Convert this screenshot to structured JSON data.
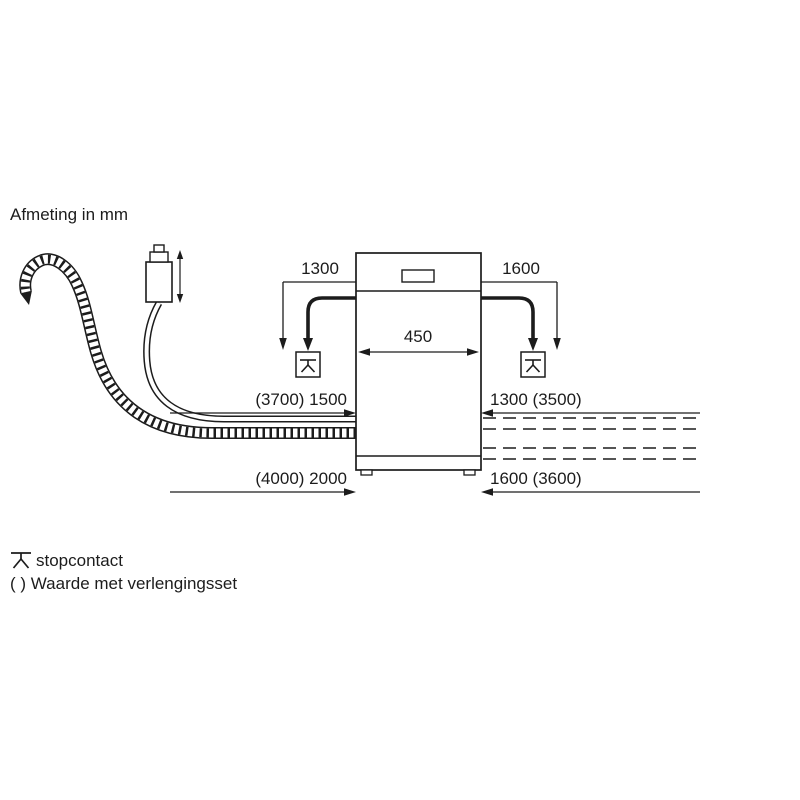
{
  "title": "Afmeting in mm",
  "dimensions": {
    "socket_left": "1300",
    "socket_right": "1600",
    "width": "450",
    "supply_left": "(3700) 1500",
    "supply_right": "1300 (3500)",
    "drain_left": "(4000) 2000",
    "drain_right": "1600 (3600)"
  },
  "legend": {
    "socket_label": "stopcontact",
    "extension_note": "( ) Waarde met verlengingsset"
  },
  "colors": {
    "line": "#1c1c1c",
    "background": "#ffffff"
  }
}
